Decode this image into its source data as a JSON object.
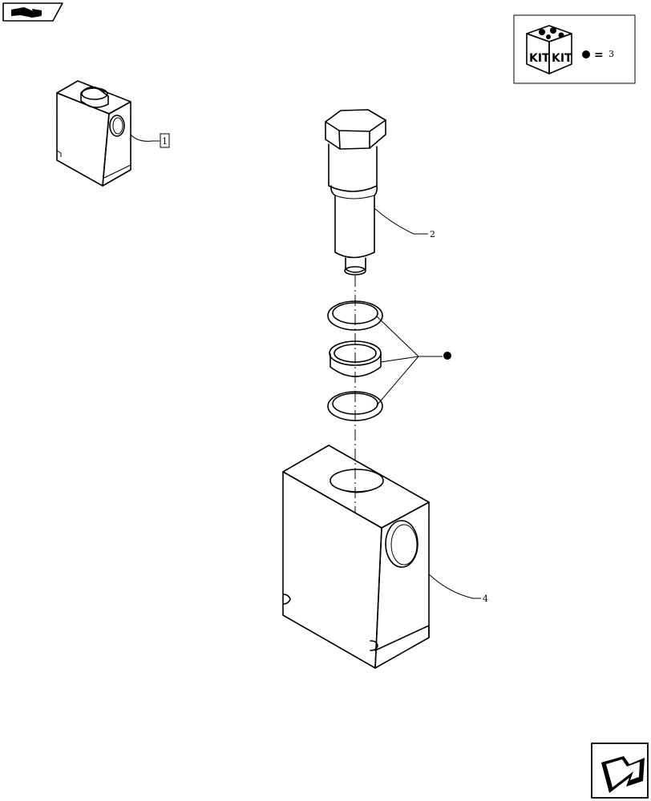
{
  "diagram": {
    "callouts": {
      "assembly": "1",
      "plug": "2",
      "kit_ref": "3",
      "valve_body": "4"
    },
    "kit_box": {
      "label_left": "KIT",
      "label_right": "KIT",
      "equals": "="
    }
  }
}
